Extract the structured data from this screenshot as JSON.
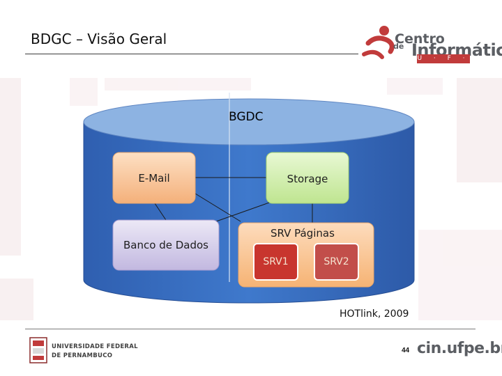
{
  "slide": {
    "title": "BDGC – Visão Geral",
    "page_number": "44",
    "footnote": "HOTlink, 2009"
  },
  "logo_top": {
    "line1": "Centro",
    "line2": "de",
    "line3": "Informática",
    "line4": "U · F · P · E"
  },
  "footer": {
    "university_line1": "UNIVERSIDADE FEDERAL",
    "university_line2": "DE PERNAMBUCO",
    "site": "cin.ufpe.br"
  },
  "diagram": {
    "container_label": "BGDC",
    "nodes": {
      "email": "E-Mail",
      "storage": "Storage",
      "banco": "Banco de Dados",
      "srv_paginas": "SRV Páginas",
      "srv1": "SRV1",
      "srv2": "SRV2"
    }
  },
  "colors": {
    "cylinder_body": "#3a6fc0",
    "cylinder_top": "#8db3e2",
    "email_fill": "#f6c08f",
    "storage_fill": "#c5ea9c",
    "banco_fill": "#cdc5e6",
    "srv_paginas_fill": "#f9c493",
    "srv1_fill": "#c8352e",
    "srv2_fill": "#c24e4a",
    "accent_red": "#c13b3b"
  }
}
